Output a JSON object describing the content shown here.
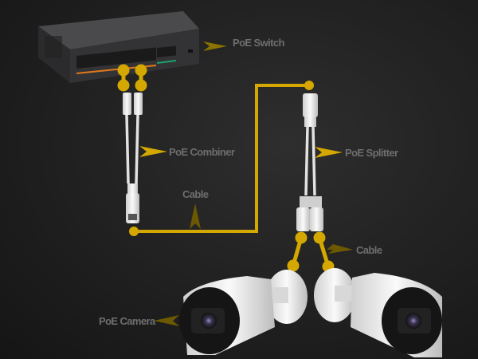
{
  "labels": {
    "switch": "PoE Switch",
    "combiner": "PoE Combiner",
    "cable_main": "Cable",
    "splitter": "PoE Splitter",
    "cable_camera": "Cable",
    "camera": "PoE Camera"
  },
  "colors": {
    "cable": "#d4a800",
    "label_text": "#6e6e6e",
    "background": "#1e1e1e",
    "poe_port_stripe": "#e07a1a",
    "uplink_port_stripe": "#1aa36a"
  }
}
